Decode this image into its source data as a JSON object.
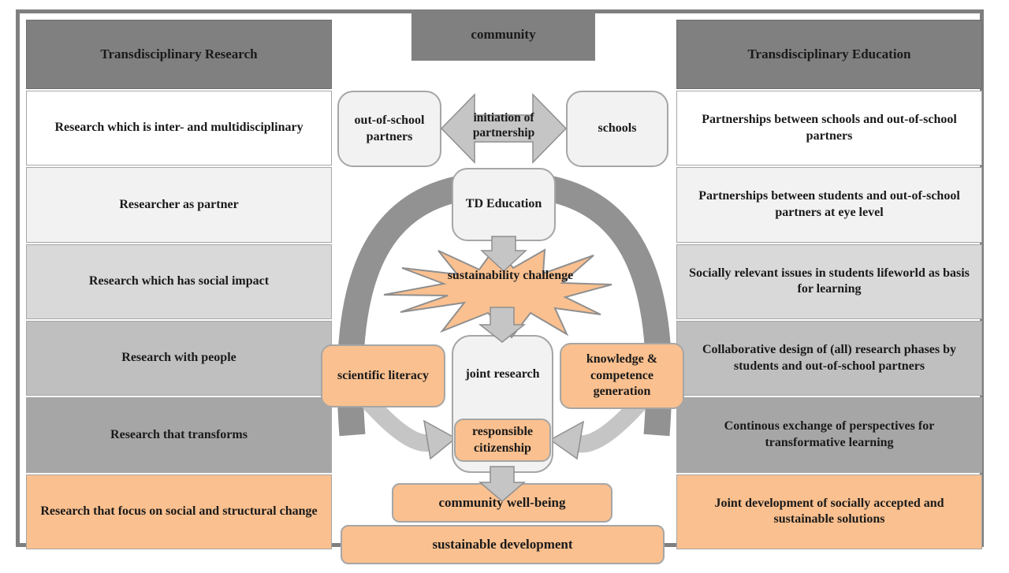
{
  "columns": {
    "left": {
      "header": "Transdisciplinary Research",
      "rows": [
        {
          "label": "Research which is inter- and multidisciplinary",
          "bg": "#ffffff"
        },
        {
          "label": "Researcher as partner",
          "bg": "#f2f2f2"
        },
        {
          "label": "Research which has social impact",
          "bg": "#d9d9d9"
        },
        {
          "label": "Research with people",
          "bg": "#bfbfbf"
        },
        {
          "label": "Research that transforms",
          "bg": "#a6a6a6"
        },
        {
          "label": "Research that focus on social and structural change",
          "bg": "#fac08f"
        }
      ]
    },
    "right": {
      "header": "Transdisciplinary Education",
      "rows": [
        {
          "label": "Partnerships between schools and out-of-school partners",
          "bg": "#ffffff"
        },
        {
          "label": "Partnerships between students and out-of-school partners at eye level",
          "bg": "#f2f2f2"
        },
        {
          "label": "Socially relevant issues in students lifeworld as basis for learning",
          "bg": "#d9d9d9"
        },
        {
          "label": "Collaborative design of (all) research phases by students and out-of-school partners",
          "bg": "#bfbfbf"
        },
        {
          "label": "Continous exchange of perspectives for transformative learning",
          "bg": "#a6a6a6"
        },
        {
          "label": "Joint development of socially accepted and sustainable solutions",
          "bg": "#fac08f"
        }
      ]
    }
  },
  "center": {
    "community": "community",
    "out_of_school_partners": "out-of-school partners",
    "initiation_of_partnership": "initiation of partnership",
    "schools": "schools",
    "td_education": "TD Education",
    "sustainability_challenge": "sustainability challenge",
    "scientific_literacy": "scientific literacy",
    "joint_research": "joint research",
    "knowledge_competence": "knowledge & competence generation",
    "responsible_citizenship": "responsible citizenship",
    "community_well_being": "community well-being",
    "sustainable_development": "sustainable development"
  },
  "colors": {
    "header_gray": "#808080",
    "row_light": "#f2f2f2",
    "row_mid": "#d9d9d9",
    "row_dark": "#bfbfbf",
    "row_darker": "#a6a6a6",
    "orange": "#fac08f",
    "arc_gray": "#929292",
    "arrow_gray": "#c5c5c5",
    "frame_border": "#7f7f7f"
  }
}
